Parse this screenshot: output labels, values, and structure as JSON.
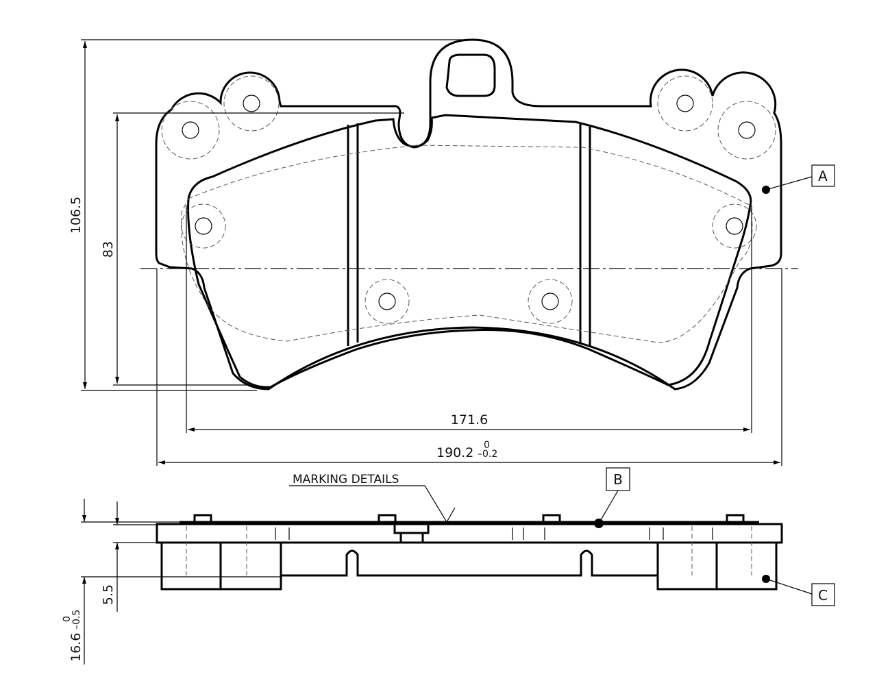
{
  "dimensions": {
    "overall_height": "106.5",
    "pad_height": "83",
    "inner_width": "171.6",
    "overall_width": "190.2",
    "overall_width_tol_upper": "0",
    "overall_width_tol_lower": "–0.2",
    "thickness_backplate": "5.5",
    "thickness_total": "16.6",
    "thickness_total_tol_upper": "0",
    "thickness_total_tol_lower": "–0.5"
  },
  "labels": {
    "marking": "MARKING  DETAILS",
    "callout_a": "A",
    "callout_b": "B",
    "callout_c": "C"
  }
}
